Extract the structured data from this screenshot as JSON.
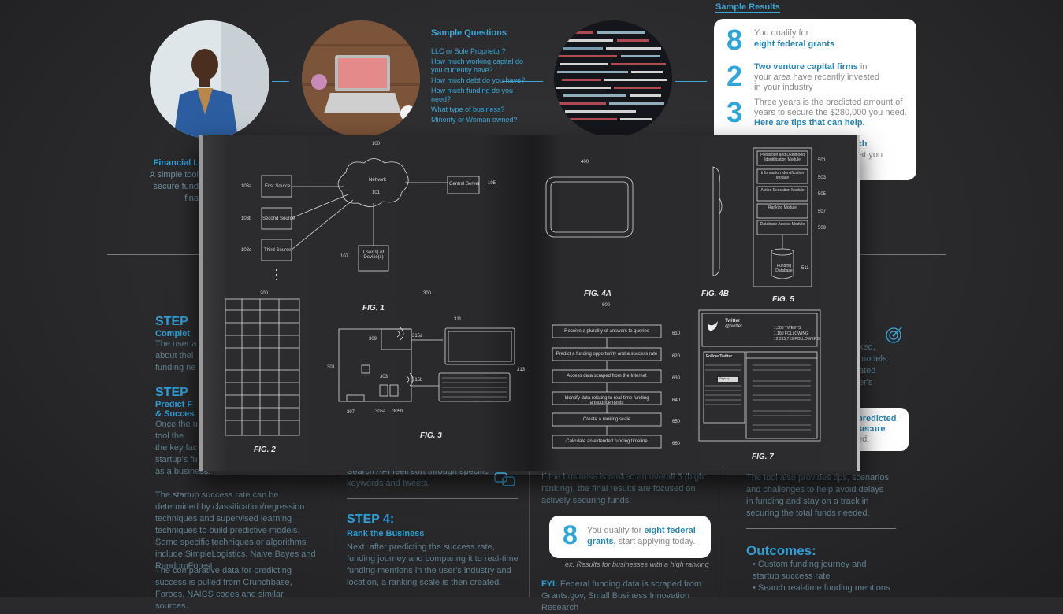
{
  "background": {
    "sample_questions": {
      "title": "Sample Questions",
      "items": [
        "LLC or Sole Proprietor?",
        "How much working capital do you currently have?",
        "How much debt do you have?",
        "How much funding do you need?",
        "What type of business?",
        "Minority or Woman owned?"
      ]
    },
    "sample_results": {
      "title": "Sample Results",
      "r1_num": "8",
      "r1_text_a": "You qualify for",
      "r1_text_b": "eight federal grants",
      "r2_num": "2",
      "r2_text_a": "Two venture capital firms",
      "r2_text_b": "in your area have recently invested in your industry",
      "r3_num": "3",
      "r3_text_a": "Three years is the predicted amount of years to secure the $280,000 you need.",
      "r3_text_b": "Here are tips that can help.",
      "peek_a": "tch",
      "peek_b": "hat you"
    },
    "left_peek": {
      "title": "Financial L",
      "l1": "A simple tool",
      "l2": "secure fund",
      "l3": "fina"
    },
    "steps": {
      "s1_title": "STEP",
      "s1_sub": "Complet",
      "s1_l1": "The user a",
      "s1_l2": "about thei",
      "s1_l3": "funding ne",
      "s2_title": "STEP",
      "s2_sub1": "Predict F",
      "s2_sub2": "& Succes",
      "s2_l1": "Once the u",
      "s2_l2": "tool the",
      "s2_l3": "the key fac",
      "s2_l4": "startup's fu",
      "s2_l5": "as a business.",
      "p1": "The startup success rate can be determined by classification/regression techniques and supervised learning techniques to build predictive models. Some specific techniques or algorithms include SimpleLogistics, Naive Bayes and RandomForest.",
      "p2": "The comparative data for predicting success is pulled from Crunchbase, Forbes, NAICS codes and similar sources."
    },
    "middle_col": {
      "peek": "Search API feeli sort through specific keywords and tweets.",
      "step4_title": "STEP 4:",
      "step4_sub": "Rank the Business",
      "step4_body": "Next, after predicting the success rate, funding journey and comparing it to real-time funding mentions in the user's industry and location, a ranking scale is then created."
    },
    "right_mid_col": {
      "top": "If the business is ranked an overall 5 (high ranking), the final results are focused on actively securing funds:",
      "card_num": "8",
      "card_a": "You qualify for",
      "card_b": "eight federal grants,",
      "card_c": "start applying today.",
      "caption": "ex. Results for businesses with a high ranking",
      "fyi_label": "FYI:",
      "fyi_text": "Federal funding data is scraped from Grants.gov, Small Business Innovation Research"
    },
    "right_col": {
      "peek1": "ked,",
      "peek2": "models",
      "peek3": "ated",
      "peek4": "er's",
      "card_a": "predicted",
      "card_b": "secure",
      "card_c": "ed.",
      "tips": "The tool also provides tips, scenarios and challenges to help avoid delays in funding and stay on a track in securing the total funds needed.",
      "outcomes_title": "Outcomes:",
      "o1": "Custom funding journey and startup success rate",
      "o2": "Search real-time funding mentions"
    }
  },
  "book": {
    "left_page": {
      "fig_num_top": "100",
      "nodes": {
        "first": "First Source",
        "second": "Second Source",
        "third": "Third Source",
        "network": "Network",
        "network_num": "101",
        "central": "Central Server",
        "users": "User(s) of Device(s)"
      },
      "refs": {
        "r103a": "103a",
        "r103b": "103b",
        "r103c": "103c",
        "r105": "105",
        "r107": "107"
      },
      "fig1": "FIG. 1",
      "fig2_num": "200",
      "fig2": "FIG. 2",
      "fig3_num": "300",
      "fig3": "FIG. 3",
      "fig3_refs": {
        "r301": "301",
        "r303": "303",
        "r305a": "305a",
        "r305b": "305b",
        "r307": "307",
        "r309": "309",
        "r311": "311",
        "r313": "313",
        "r315a": "315a",
        "r315b": "315b"
      }
    },
    "right_page": {
      "fig4a_num": "400",
      "fig4a": "FIG. 4A",
      "fig4b": "FIG. 4B",
      "fig5": "FIG. 5",
      "fig5_modules": [
        "Prediction and Likelihood Identification Module",
        "Information Identification Module",
        "Action Execution Module",
        "Ranking Module",
        "Database Access Module"
      ],
      "fig5_refs": [
        "501",
        "503",
        "505",
        "507",
        "509"
      ],
      "fig5_db": "Funding Database",
      "fig5_db_ref": "511",
      "fig6_num": "600",
      "fig6_steps": [
        "Receive a plurality of answers to queries",
        "Predict a funding opportunity and a success rate",
        "Access data scraped from the Internet",
        "Identify data relating to real-time funding announcements",
        "Create a ranking scale",
        "Calculate an extended funding timeline"
      ],
      "fig6_refs": [
        "610",
        "620",
        "630",
        "640",
        "650",
        "660"
      ],
      "fig7": "FIG. 7",
      "twitter": {
        "name": "Twitter",
        "handle": "@twitter",
        "follow": "Follow Twitter",
        "signup": "Sign up",
        "tweets": "1,383 TWEETS",
        "following": "1,180 FOLLOWING",
        "followers": "12,215,719 FOLLOWERS"
      }
    }
  },
  "colors": {
    "accent": "#2ea6dc",
    "bg": "#2a2a2c",
    "page": "#2b2b2d"
  }
}
